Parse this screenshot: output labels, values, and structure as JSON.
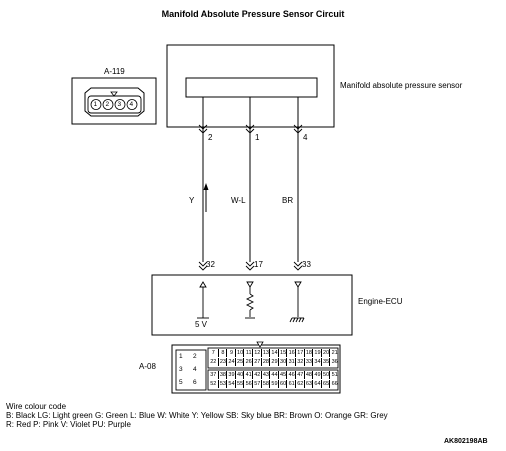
{
  "title": "Manifold Absolute Pressure Sensor Circuit",
  "sensor": {
    "name": "Manifold absolute pressure sensor",
    "connector_id": "A-119",
    "connector_pins": [
      "1",
      "2",
      "3",
      "4"
    ]
  },
  "ecu": {
    "name": "Engine-ECU",
    "connector_id": "A-08",
    "supply_label": "5 V",
    "pins_left": [
      "1",
      "2",
      "3",
      "4",
      "5",
      "6"
    ],
    "pins_row1": [
      "7",
      "8",
      "9",
      "10",
      "11",
      "12",
      "13",
      "14",
      "15",
      "16",
      "17",
      "18",
      "19",
      "20",
      "21"
    ],
    "pins_row2": [
      "22",
      "23",
      "24",
      "25",
      "26",
      "27",
      "28",
      "29",
      "30",
      "31",
      "32",
      "33",
      "34",
      "35",
      "36"
    ],
    "pins_row3": [
      "37",
      "38",
      "39",
      "40",
      "41",
      "42",
      "43",
      "44",
      "45",
      "46",
      "47",
      "48",
      "49",
      "50",
      "51"
    ],
    "pins_row4": [
      "52",
      "53",
      "54",
      "55",
      "56",
      "57",
      "58",
      "59",
      "60",
      "61",
      "62",
      "63",
      "64",
      "65",
      "66"
    ]
  },
  "wires": [
    {
      "sensor_pin": "2",
      "color": "Y",
      "ecu_pin": "32"
    },
    {
      "sensor_pin": "1",
      "color": "W-L",
      "ecu_pin": "17"
    },
    {
      "sensor_pin": "4",
      "color": "BR",
      "ecu_pin": "33"
    }
  ],
  "legend": {
    "heading": "Wire colour code",
    "line1": "B: Black  LG: Light green  G: Green  L: Blue  W: White  Y: Yellow  SB: Sky blue  BR: Brown  O: Orange  GR: Grey",
    "line2": "R: Red  P: Pink  V: Violet  PU: Purple"
  },
  "figure_code": "AK802198AB"
}
